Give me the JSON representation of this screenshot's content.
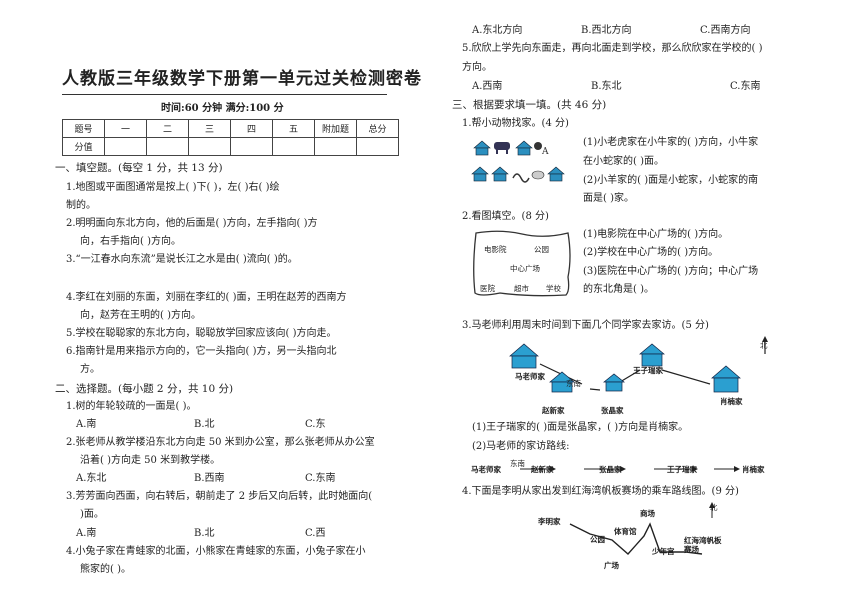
{
  "title": "人教版三年级数学下册第一单元过关检测密卷",
  "time_line": "时间:60 分钟  满分:100 分",
  "score_table": {
    "row1": [
      "题号",
      "一",
      "二",
      "三",
      "四",
      "五",
      "附加题",
      "总分"
    ],
    "row2": [
      "分值",
      "",
      "",
      "",
      "",
      "",
      "",
      ""
    ]
  },
  "part1": {
    "heading": "一、填空题。(每空 1 分，共 13 分)",
    "q1a": "1.地图或平面图通常是按上(      )下(      )，左(      )右(      )绘",
    "q1b": "制的。",
    "q2a": "2.明明面向东北方向，他的后面是(        )方向，左手指向(        )方",
    "q2b": "向，右手指向(        )方向。",
    "q3": "3.“一江春水向东流”是说长江之水是由(        )流向(        )的。",
    "q4a": "4.李红在刘丽的东面，刘丽在李红的(        )面，王明在赵芳的西南方",
    "q4b": "向，赵芳在王明的(        )方向。",
    "q5": "5.学校在聪聪家的东北方向，聪聪放学回家应该向(        )方向走。",
    "q6a": "6.指南针是用来指示方向的，它一头指向(        )方，另一头指向北",
    "q6b": "方。"
  },
  "part2": {
    "heading": "二、选择题。(每小题 2 分，共 10 分)",
    "q1": "1.树的年轮较疏的一面是(      )。",
    "q1_opts": [
      "A.南",
      "B.北",
      "C.东"
    ],
    "q2a": "2.张老师从教学楼沿东北方向走 50 米到办公室，那么张老师从办公室",
    "q2b": "沿着(        )方向走 50 米到教学楼。",
    "q2_opts": [
      "A.东北",
      "B.西南",
      "C.东南"
    ],
    "q3a": "3.芳芳面向西面，向右转后，朝前走了 2 步后又向后转，此时她面向(",
    "q3b": ")面。",
    "q3_opts": [
      "A.南",
      "B.北",
      "C.西"
    ],
    "q4a": "4.小兔子家在青蛙家的北面，小熊家在青蛙家的东面，小兔子家在小",
    "q4b": "熊家的(      )。",
    "q4_opts": [
      "A.东北方向",
      "B.西北方向",
      "C.西南方向"
    ],
    "q5a": "5.欣欣上学先向东面走，再向北面走到学校，那么欣欣家在学校的(      )",
    "q5b": "方向。",
    "q5_opts": [
      "A.西南",
      "B.东北",
      "C.东南"
    ]
  },
  "part3": {
    "heading": "三、根据要求填一填。(共 46 分)",
    "q1": "1.帮小动物找家。(4 分)",
    "q1_l1": "(1)小老虎家在小牛家的(        )方向，小牛家",
    "q1_l2": "在小蛇家的(        )面。",
    "q1_l3": "(2)小羊家的(        )面是小蛇家，小蛇家的南",
    "q1_l4": "面是(        )家。",
    "q2": "2.看图填空。(8 分)",
    "q2_l1": "(1)电影院在中心广场的(      )方向。",
    "q2_l2": "(2)学校在中心广场的(      )方向。",
    "q2_l3": "(3)医院在中心广场的(        )方向；中心广场",
    "q2_l4": "的东北角是(      )。",
    "map_labels": [
      "电影院",
      "公园",
      "中心广场",
      "医院",
      "超市",
      "学校"
    ],
    "q3": "3.马老师利用周末时间到下面几个同学家去家访。(5 分)",
    "houses": [
      "马老师家",
      "赵新家",
      "张晶家",
      "王子瑞家",
      "肖楠家"
    ],
    "north": "北",
    "dir_east": "东南",
    "q3_l1": "(1)王子瑞家的(        )面是张晶家，(        )方向是肖楠家。",
    "q3_l2": "(2)马老师的家访路线:",
    "route": [
      "马老师家",
      "赵新家",
      "张晶家",
      "王子瑞家",
      "肖楠家"
    ],
    "route_first": "东南",
    "q4": "4.下面是李明从家出发到红海湾帆板赛场的乘车路线图。(9 分)",
    "bus_labels": [
      "李明家",
      "公园",
      "体育馆",
      "商场",
      "广场",
      "少年宫",
      "红海湾帆板赛场"
    ]
  }
}
